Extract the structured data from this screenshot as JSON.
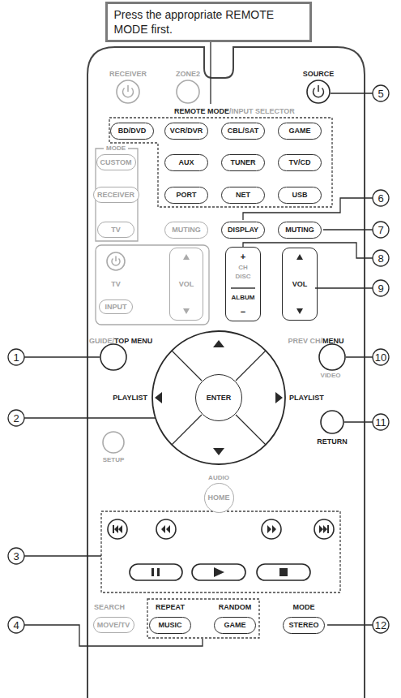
{
  "diagram": {
    "nodes": [
      {
        "text": [
          "Press the appropriate REMOTE MODE first."
        ]
      },
      {
        "text": [
          "BD/DVD"
        ]
      },
      {
        "text": [
          "VCR/DVR"
        ]
      },
      {
        "text": [
          "CBL/SAT"
        ]
      },
      {
        "text": [
          "GAME"
        ]
      },
      {
        "text": [
          "CUSTOM"
        ]
      },
      {
        "text": [
          "AUX"
        ]
      },
      {
        "text": [
          "TUNER"
        ]
      },
      {
        "text": [
          "TV/CD"
        ]
      },
      {
        "text": [
          "RECEIVER"
        ]
      },
      {
        "text": [
          "PORT"
        ]
      },
      {
        "text": [
          "NET"
        ]
      },
      {
        "text": [
          "USB"
        ]
      },
      {
        "text": [
          "TV"
        ]
      },
      {
        "text": [
          "MUTING"
        ]
      },
      {
        "text": [
          "DISPLAY"
        ]
      },
      {
        "text": [
          "MUTING"
        ]
      },
      {
        "text": [
          "VOL"
        ]
      },
      {
        "text": [
          "+",
          "CH",
          "DISC",
          "ALBUM",
          "−"
        ]
      },
      {
        "text": [
          "VOL"
        ]
      },
      {
        "text": [
          "INPUT"
        ]
      },
      {
        "text": [
          "ENTER"
        ]
      },
      {
        "text": [
          "HOME"
        ]
      },
      {
        "text": [
          "MOVE/TV"
        ]
      },
      {
        "text": [
          "MUSIC"
        ]
      },
      {
        "text": [
          "GAME"
        ]
      },
      {
        "text": [
          "STEREO"
        ]
      }
    ],
    "labels": [
      "RECEIVER",
      "ZONE2",
      "SOURCE",
      "REMOTE MODE",
      "/INPUT SELECTOR",
      "MODE",
      "TV",
      "GUIDE/",
      "TOP MENU",
      "PREV CH/",
      "MENU",
      "PLAYLIST",
      "PLAYLIST",
      "VIDEO",
      "SETUP",
      "RETURN",
      "AUDIO",
      "SEARCH",
      "REPEAT",
      "RANDOM",
      "MODE",
      "1",
      "2",
      "3",
      "4",
      "5",
      "6",
      "7",
      "8",
      "9",
      "10",
      "11",
      "12"
    ]
  }
}
